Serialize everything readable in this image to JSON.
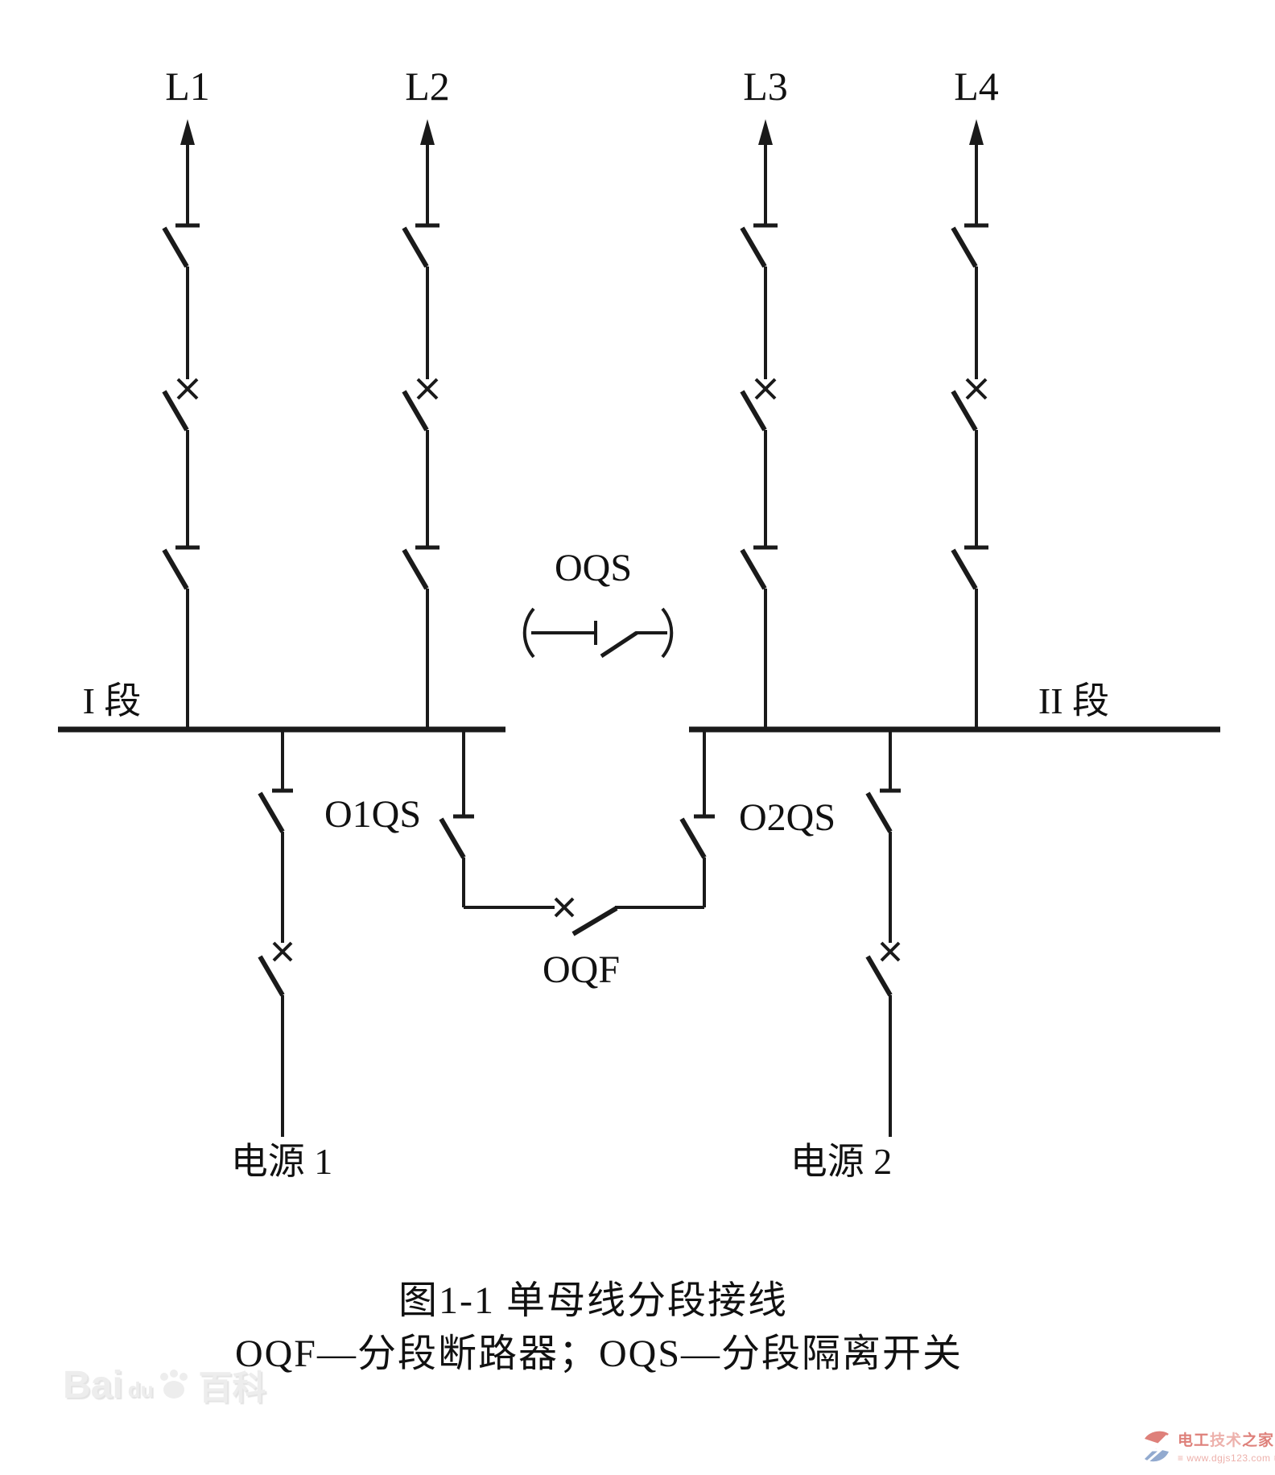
{
  "diagram": {
    "line_color": "#1a1a1a",
    "feeders": [
      {
        "label": "L1"
      },
      {
        "label": "L2"
      },
      {
        "label": "L3"
      },
      {
        "label": "L4"
      }
    ],
    "buses": [
      {
        "label": "I 段"
      },
      {
        "label": "II 段"
      }
    ],
    "bus_tie": {
      "disconnector_label": "OQS",
      "breaker_label": "OQF",
      "section1_disconnector_label": "O1QS",
      "section2_disconnector_label": "O2QS"
    },
    "sources": [
      {
        "label": "电源 1"
      },
      {
        "label": "电源 2"
      }
    ],
    "caption_title": "图1-1 单母线分段接线",
    "caption_legend": "OQF—分段断路器；OQS—分段隔离开关"
  },
  "watermarks": {
    "baidu_baike": {
      "latin": "Bai",
      "latin_suffix": "du",
      "cn": "百科",
      "color": "#ededed"
    },
    "site": {
      "name_part1": "电工",
      "name_part2": "技术",
      "name_part3": "之家",
      "url": "≡ www.dgjs123.com ≡",
      "accent_red": "#d96b63",
      "accent_blue": "#7f9cc7"
    }
  }
}
